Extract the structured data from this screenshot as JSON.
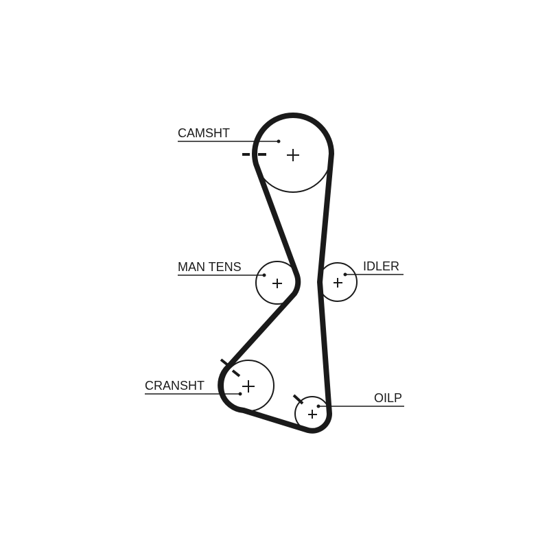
{
  "diagram": {
    "labels": {
      "camshaft": "CAMSHT",
      "manual_tensioner": "MAN TENS",
      "idler": "IDLER",
      "crankshaft": "CRANSHT",
      "oil_pump": "OILP"
    },
    "colors": {
      "line": "#1a1a1a",
      "background": "#ffffff"
    }
  }
}
